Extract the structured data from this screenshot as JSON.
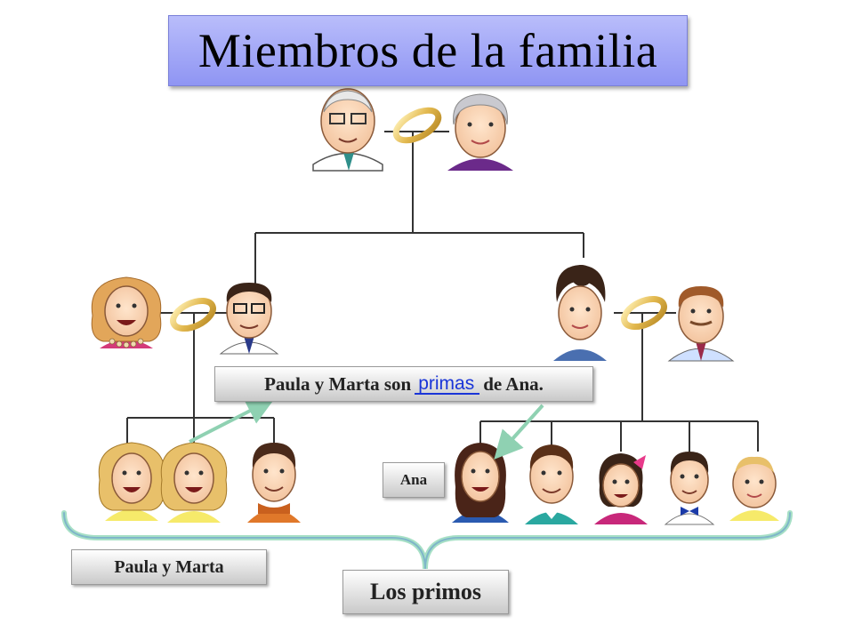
{
  "title": "Miembros de la familia",
  "sentence": {
    "before": "Paula y Marta son",
    "answer": "primas",
    "after": "de Ana."
  },
  "labels": {
    "ana": "Ana",
    "paula_marta": "Paula y Marta",
    "cousins": "Los primos"
  },
  "colors": {
    "title_bg": "#a3a8f7",
    "answer_text": "#1a35d8",
    "arrow": "#8fd1b2",
    "bracket": "#a7e0c6",
    "tree_lines": "#333333",
    "ring": "#e9c86a"
  }
}
